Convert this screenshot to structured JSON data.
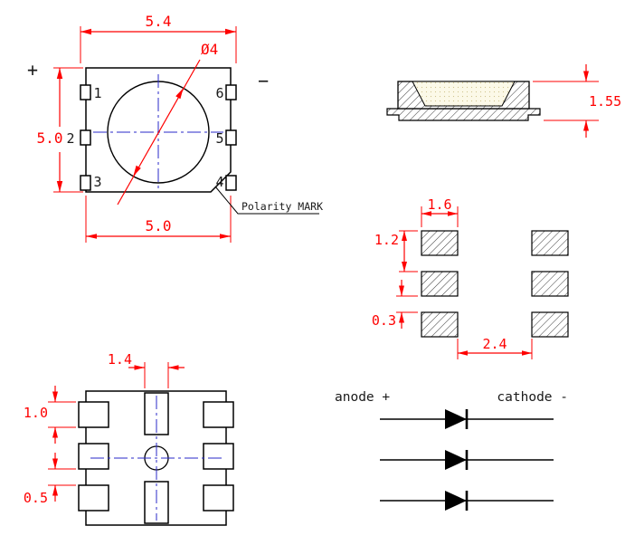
{
  "page": {
    "background": "#ffffff"
  },
  "colors": {
    "dimension_red": "#fe0000",
    "outline_black": "#000000",
    "centerline_blue": "#2929c8",
    "phosphor_fill": "#fcf9e8"
  },
  "top_view": {
    "dim_top_width": "5.4",
    "dim_left_height": "5.0",
    "dim_bottom_width": "5.0",
    "dim_lens_diameter": "Ø4",
    "pins": {
      "p1": "1",
      "p2": "2",
      "p3": "3",
      "p4": "4",
      "p5": "5",
      "p6": "6"
    },
    "anode_sign": "+",
    "cathode_sign": "−",
    "polarity_mark_label": "Polarity MARK"
  },
  "side_view": {
    "dim_overall_height": "1.55"
  },
  "pad_layout": {
    "dim_pad_width": "1.6",
    "dim_pad_height": "1.2",
    "dim_pad_gap": "0.3",
    "dim_column_gap": "2.4"
  },
  "bottom_view": {
    "dim_center_pad_width": "1.4",
    "dim_side_pad_height": "1.0",
    "dim_pad_gap": "0.5"
  },
  "circuit": {
    "anode_label": "anode +",
    "cathode_label": "cathode -"
  }
}
